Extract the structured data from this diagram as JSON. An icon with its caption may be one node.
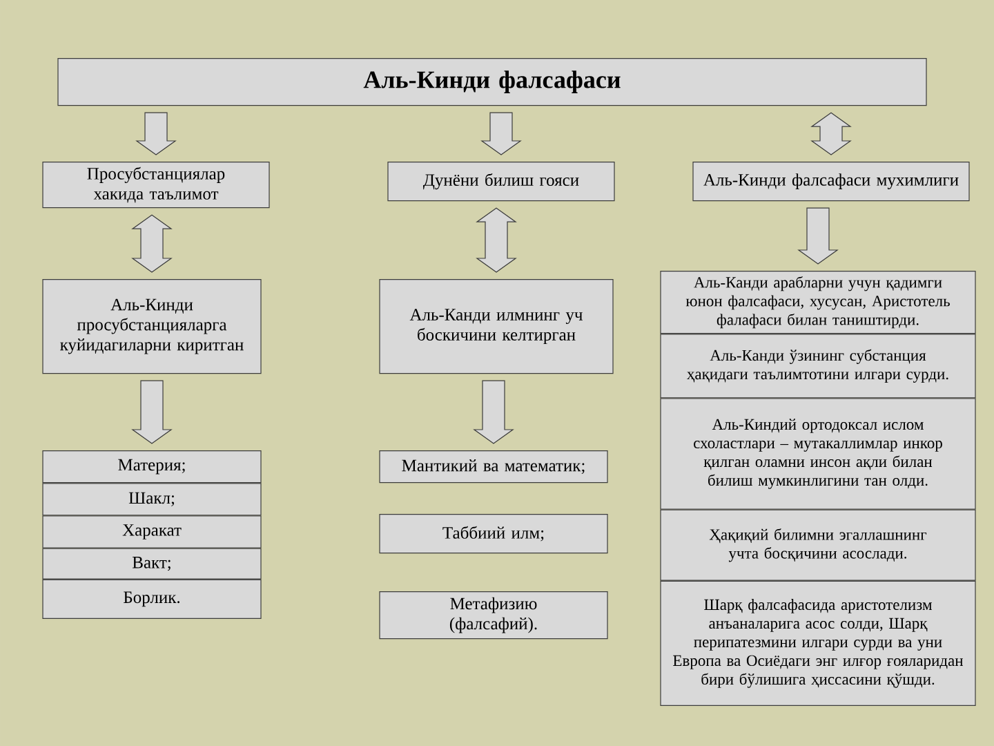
{
  "diagram": {
    "nodes": [
      {
        "text": [
          "Аль-Кинди фалсафаси"
        ]
      },
      {
        "text": [
          "Просубстанциялар хакида таълимот"
        ]
      },
      {
        "text": [
          "Дунёни билиш гояси"
        ]
      },
      {
        "text": [
          "Аль-Кинди фалсафаси мухимлиги"
        ]
      },
      {
        "text": [
          "Аль-Кинди просубстанцияларга куйидагиларни киритган"
        ]
      },
      {
        "text": [
          "Аль-Канди илмнинг уч боскичини келтирган"
        ]
      },
      {
        "text": [
          "Аль-Канди арабларни учун қадимги юнон фалсафаси, хусусан, Аристотель фалафаси билан таништирди."
        ]
      },
      {
        "text": [
          "Аль-Канди ўзининг субстанция ҳақидаги таълимтотини илгари сурди."
        ]
      },
      {
        "text": [
          "Аль-Киндий ортодоксал ислом схоластлари – мутакаллимлар инкор қилган оламни инсон ақли билан билиш мумкинлигини тан олди."
        ]
      },
      {
        "text": [
          "Ҳақиқий билимни эгаллашнинг учта босқичини асослади."
        ]
      },
      {
        "text": [
          "Шарқ фалсафасида аристотелизм анъаналарига асос солди, Шарқ перипатезмини илгари сурди ва уни Европа ва Осиёдаги энг илғор ғояларидан бири бўлишига ҳиссасини қўшди."
        ]
      },
      {
        "text": [
          "Материя;"
        ]
      },
      {
        "text": [
          "Шакл;"
        ]
      },
      {
        "text": [
          "Харакат"
        ]
      },
      {
        "text": [
          "Вакт;"
        ]
      },
      {
        "text": [
          "Борлик."
        ]
      },
      {
        "text": [
          "Мантикий ва математик;"
        ]
      },
      {
        "text": [
          "Таббиий илм;"
        ]
      },
      {
        "text": [
          "Метафизию (фалсафий)."
        ]
      }
    ],
    "edges": [
      {
        "from": 0,
        "to": 1,
        "arrow": "to"
      },
      {
        "from": 0,
        "to": 2,
        "arrow": "to"
      },
      {
        "from": 0,
        "to": 3,
        "arrow": "both"
      },
      {
        "from": 1,
        "to": 4,
        "arrow": "both"
      },
      {
        "from": 2,
        "to": 5,
        "arrow": "both"
      },
      {
        "from": 3,
        "to": 6,
        "arrow": "to"
      },
      {
        "from": 4,
        "to": 11,
        "arrow": "to"
      },
      {
        "from": 5,
        "to": 16,
        "arrow": "to"
      }
    ]
  }
}
